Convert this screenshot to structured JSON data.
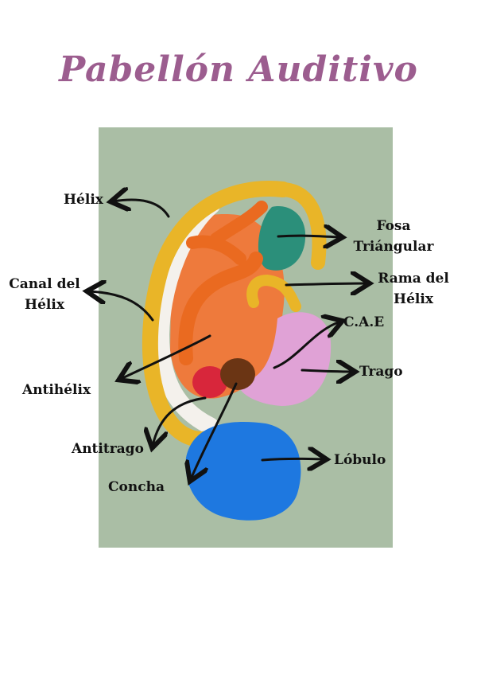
{
  "title": "Pabellón Auditivo",
  "labels": {
    "helix": "Hélix",
    "fosa": [
      "Fosa",
      "Triángular"
    ],
    "canal": [
      "Canal del",
      "Hélix"
    ],
    "rama": [
      "Rama del",
      "Hélix"
    ],
    "cae": "C.A.E",
    "trago": "Trago",
    "antihelix": "Antihélix",
    "antitrago": "Antitrago",
    "lobulo": "Lóbulo",
    "concha": "Concha"
  },
  "colors": {
    "title": "#9c5d8f",
    "background_board": "#9db59a",
    "helix": "#e9b528",
    "canal": "#f4f1ec",
    "antihelix": "#f07a22",
    "concha_fill": "#ee7a3c",
    "fosa": "#2b8f7a",
    "trago": "#e0a2d6",
    "lobulo": "#1e78e0",
    "antitrago": "#d8263b",
    "cae": "#6b3514"
  }
}
